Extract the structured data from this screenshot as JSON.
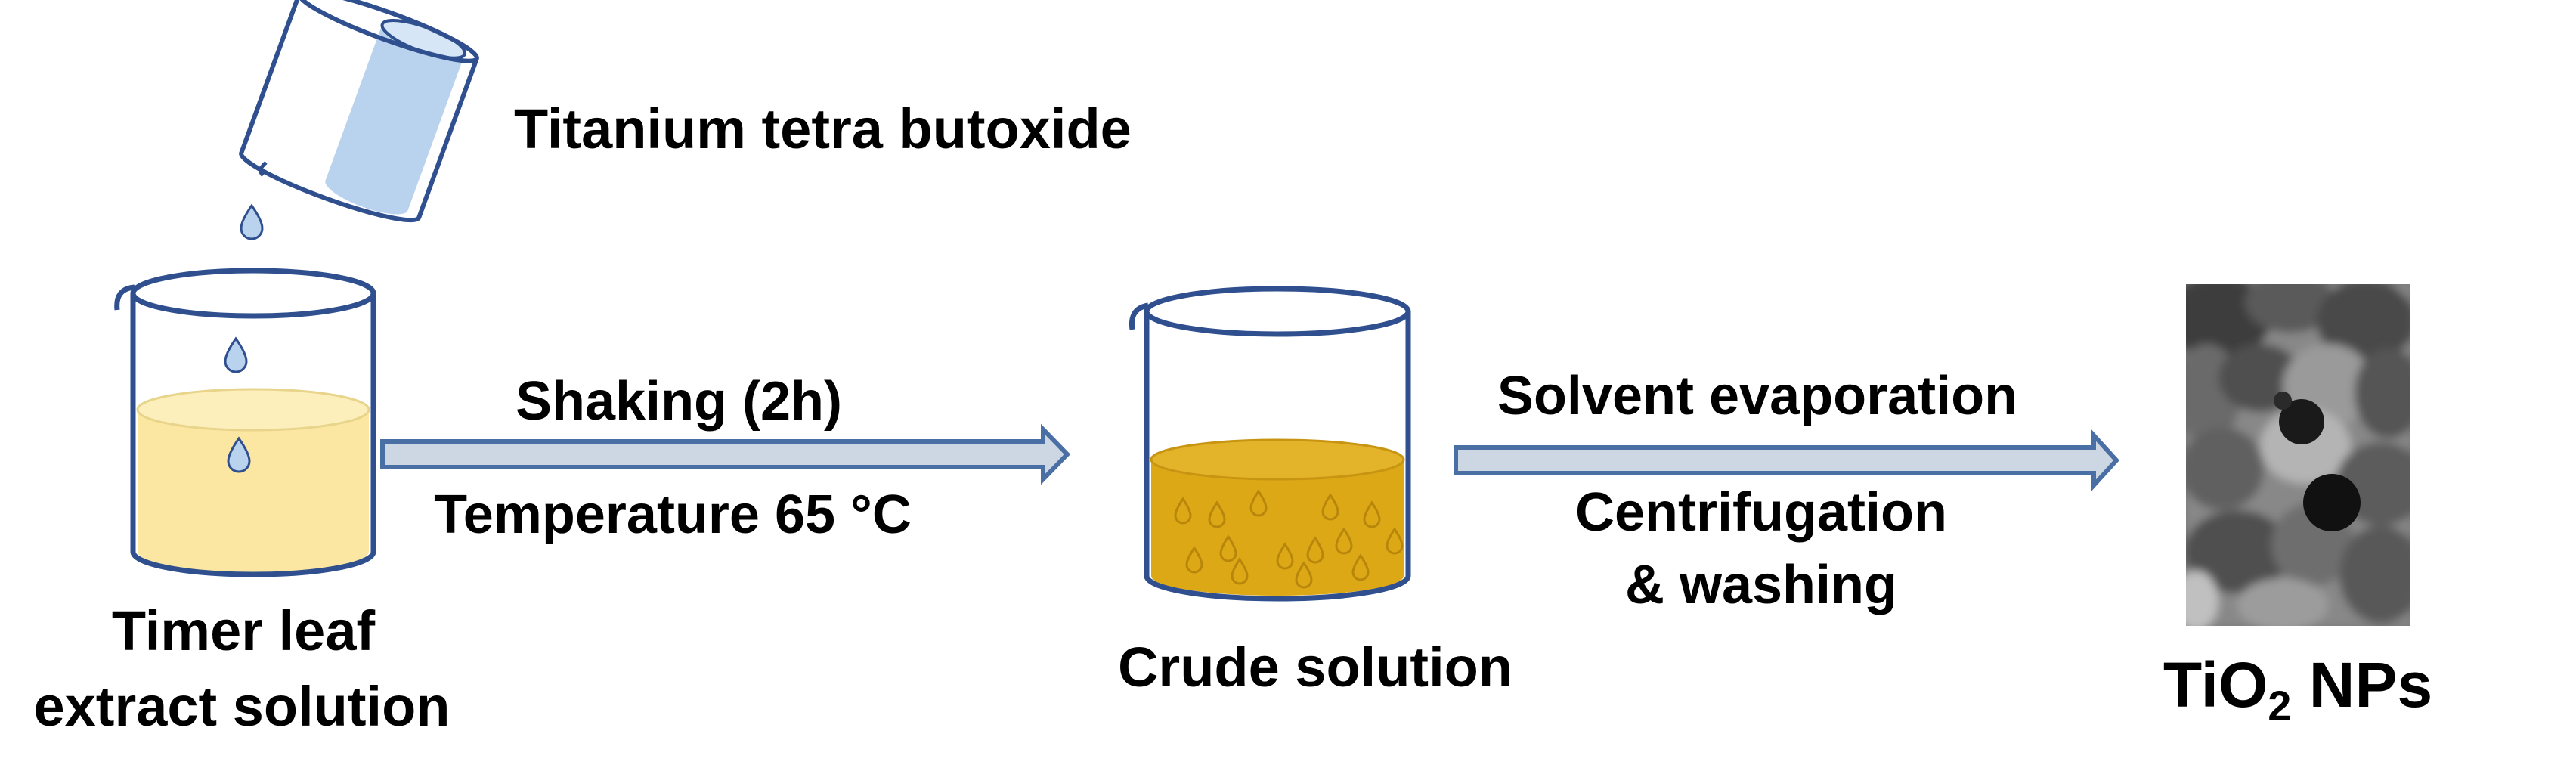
{
  "labels": {
    "reagent": "Titanium tetra butoxide",
    "start_line1": "Timer leaf",
    "start_line2": "extract solution",
    "step1_top": "Shaking (2h)",
    "step1_bottom": "Temperature 65 °C",
    "intermediate": "Crude solution",
    "step2_top": "Solvent evaporation",
    "step2_bottom_line1": "Centrifugation",
    "step2_bottom_line2": "& washing",
    "product_main": "TiO",
    "product_sub": "2",
    "product_suffix": " NPs"
  },
  "icons": {
    "reagent_beaker": "tilted-beaker-icon",
    "start_beaker": "beaker-yellow-solution-icon",
    "intermediate_beaker": "beaker-crude-solution-icon",
    "product_image": "tem-micrograph-nanoparticles"
  },
  "colors": {
    "outline": "#2f4f8f",
    "reagent_fill": "#b9d3ef",
    "drop_fill": "#b9d3ef",
    "extract_fill": "#fbe7a1",
    "crude_fill": "#dca816",
    "arrow_fill": "#cdd6e3",
    "arrow_stroke": "#4a6fa5"
  }
}
